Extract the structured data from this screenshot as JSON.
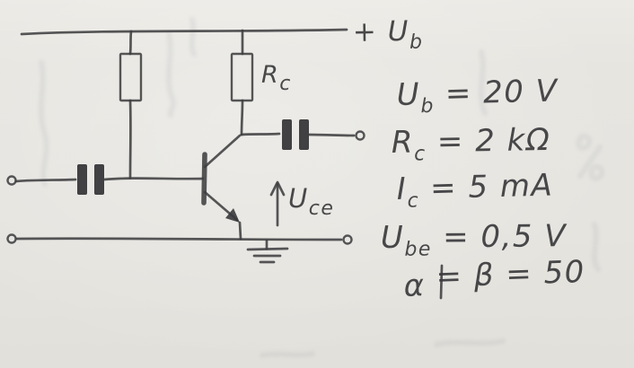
{
  "colors": {
    "ink": "#3f3f41",
    "paper": "#e6e4df"
  },
  "labels": {
    "supply": {
      "sym": "+ U",
      "sub": "b"
    },
    "collector_resistor": {
      "sym": "R",
      "sub": "c"
    },
    "collector_emitter_voltage": {
      "sym": "U",
      "sub": "ce"
    }
  },
  "annotations": [
    {
      "sym": "U",
      "sub": "b",
      "rest": " = 20 V"
    },
    {
      "sym": "R",
      "sub": "c",
      "rest": " = 2 kΩ"
    },
    {
      "sym": "I",
      "sub": "c",
      "rest": " = 5 mA"
    },
    {
      "sym": "U",
      "sub": "be",
      "rest": " = 0,5 V"
    },
    {
      "sym": "α",
      "sub": "",
      "rest": " = β = 50"
    }
  ]
}
